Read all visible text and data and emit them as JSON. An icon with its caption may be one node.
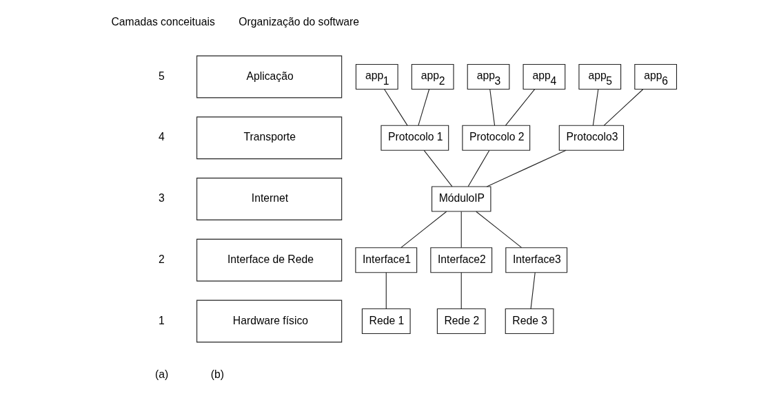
{
  "diagram": {
    "nodes": [
      {
        "text": [
          "Aplicação"
        ],
        "beside": [
          "5"
        ]
      },
      {
        "text": [
          "Transporte"
        ],
        "beside": [
          "4"
        ]
      },
      {
        "text": [
          "Internet"
        ],
        "beside": [
          "3"
        ]
      },
      {
        "text": [
          "Interface de Rede"
        ],
        "beside": [
          "2"
        ]
      },
      {
        "text": [
          "Hardware físico"
        ],
        "beside": [
          "1"
        ]
      },
      {
        "text": [
          "app$_{1}$"
        ]
      },
      {
        "text": [
          "app$_{2}$"
        ]
      },
      {
        "text": [
          "app$_{3}$"
        ]
      },
      {
        "text": [
          "app$_{4}$"
        ]
      },
      {
        "text": [
          "app$_{5}$"
        ]
      },
      {
        "text": [
          "app$_{6}$"
        ]
      },
      {
        "text": [
          "Protocolo 1"
        ]
      },
      {
        "text": [
          "Protocolo 2"
        ]
      },
      {
        "text": [
          "Protocolo3"
        ]
      },
      {
        "text": [
          "MóduloIP"
        ]
      },
      {
        "text": [
          "Interface1"
        ]
      },
      {
        "text": [
          "Interface2"
        ]
      },
      {
        "text": [
          "Interface3"
        ]
      },
      {
        "text": [
          "Rede 1"
        ]
      },
      {
        "text": [
          "Rede 2"
        ]
      },
      {
        "text": [
          "Rede 3"
        ]
      }
    ],
    "edges": [
      {
        "from": 5,
        "to": 11,
        "arrow": "none"
      },
      {
        "from": 6,
        "to": 11,
        "arrow": "none"
      },
      {
        "from": 7,
        "to": 12,
        "arrow": "none"
      },
      {
        "from": 8,
        "to": 12,
        "arrow": "none"
      },
      {
        "from": 9,
        "to": 13,
        "arrow": "none"
      },
      {
        "from": 10,
        "to": 13,
        "arrow": "none"
      },
      {
        "from": 11,
        "to": 14,
        "arrow": "none"
      },
      {
        "from": 12,
        "to": 14,
        "arrow": "none"
      },
      {
        "from": 13,
        "to": 14,
        "arrow": "none"
      },
      {
        "from": 14,
        "to": 15,
        "arrow": "none"
      },
      {
        "from": 14,
        "to": 16,
        "arrow": "none"
      },
      {
        "from": 14,
        "to": 17,
        "arrow": "none"
      },
      {
        "from": 15,
        "to": 18,
        "arrow": "none"
      },
      {
        "from": 16,
        "to": 19,
        "arrow": "none"
      },
      {
        "from": 17,
        "to": 20,
        "arrow": "none"
      }
    ],
    "labels": [
      "Camadas conceituais",
      "Organização do software",
      "(a)",
      "(b)"
    ]
  }
}
